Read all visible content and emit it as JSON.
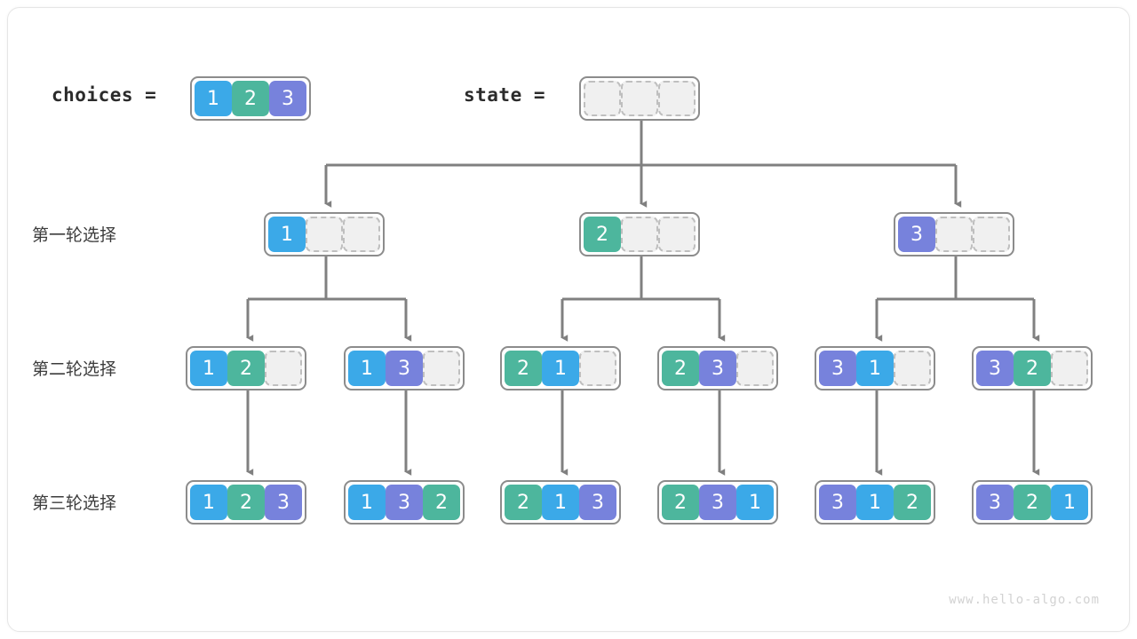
{
  "title": "Permutation backtracking tree",
  "colors": {
    "v1": "#3ba9e8",
    "v2": "#4db69d",
    "v3": "#7782dc",
    "empty_fill": "#f0f0f0",
    "empty_border": "#bfbfbf",
    "node_border": "#8c8c8c",
    "wire": "#808080",
    "frame_border": "#e6e6e6",
    "label_text": "#3c3c3c",
    "watermark": "#d2d2d2"
  },
  "header": {
    "choices_label": "choices =",
    "choices_values": [
      1,
      2,
      3
    ],
    "state_label": "state =",
    "state_values": [
      null,
      null,
      null
    ]
  },
  "rows": [
    {
      "label": "第一轮选择"
    },
    {
      "label": "第二轮选择"
    },
    {
      "label": "第三轮选择"
    }
  ],
  "level1": [
    {
      "values": [
        1,
        null,
        null
      ]
    },
    {
      "values": [
        2,
        null,
        null
      ]
    },
    {
      "values": [
        3,
        null,
        null
      ]
    }
  ],
  "level2": [
    {
      "values": [
        1,
        2,
        null
      ]
    },
    {
      "values": [
        1,
        3,
        null
      ]
    },
    {
      "values": [
        2,
        1,
        null
      ]
    },
    {
      "values": [
        2,
        3,
        null
      ]
    },
    {
      "values": [
        3,
        1,
        null
      ]
    },
    {
      "values": [
        3,
        2,
        null
      ]
    }
  ],
  "level3": [
    {
      "values": [
        1,
        2,
        3
      ]
    },
    {
      "values": [
        1,
        3,
        2
      ]
    },
    {
      "values": [
        2,
        1,
        3
      ]
    },
    {
      "values": [
        2,
        3,
        1
      ]
    },
    {
      "values": [
        3,
        1,
        2
      ]
    },
    {
      "values": [
        3,
        2,
        1
      ]
    }
  ],
  "watermark": "www.hello-algo.com"
}
